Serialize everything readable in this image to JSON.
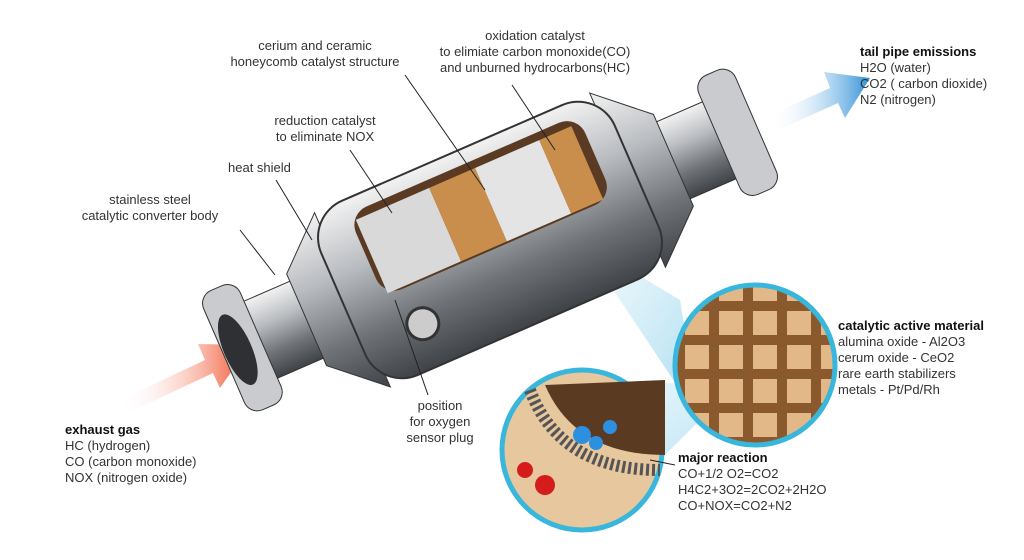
{
  "labels": {
    "honeycomb": [
      "cerium and ceramic",
      "honeycomb catalyst structure"
    ],
    "oxidation": [
      "oxidation catalyst",
      "to elimiate carbon monoxide(CO)",
      "and unburned hydrocarbons(HC)"
    ],
    "reduction": [
      "reduction catalyst",
      "to eliminate NOX"
    ],
    "heat_shield": "heat shield",
    "body": [
      "stainless steel",
      "catalytic converter body"
    ],
    "sensor": [
      "position",
      "for oxygen",
      "sensor plug"
    ]
  },
  "tail_pipe": {
    "title": "tail pipe emissions",
    "items": [
      "H2O (water)",
      "CO2 ( carbon dioxide)",
      "N2 (nitrogen)"
    ]
  },
  "exhaust": {
    "title": "exhaust gas",
    "items": [
      "HC (hydrogen)",
      "CO (carbon monoxide)",
      "NOX (nitrogen oxide)"
    ]
  },
  "active_material": {
    "title": "catalytic active material",
    "items": [
      "alumina oxide - Al2O3",
      "cerum oxide - CeO2",
      "rare earth stabilizers",
      "metals - Pt/Pd/Rh"
    ]
  },
  "reaction": {
    "title": "major reaction",
    "items": [
      "CO+1/2 O2=CO2",
      "H4C2+3O2=2CO2+2H2O",
      "CO+NOX=CO2+N2"
    ]
  },
  "colors": {
    "inflow_arrow": "#f04a22",
    "outflow_arrow": "#2f8fd8",
    "catalyst_band": "#c98e4c",
    "zoom_ring": "#39b6dc"
  }
}
